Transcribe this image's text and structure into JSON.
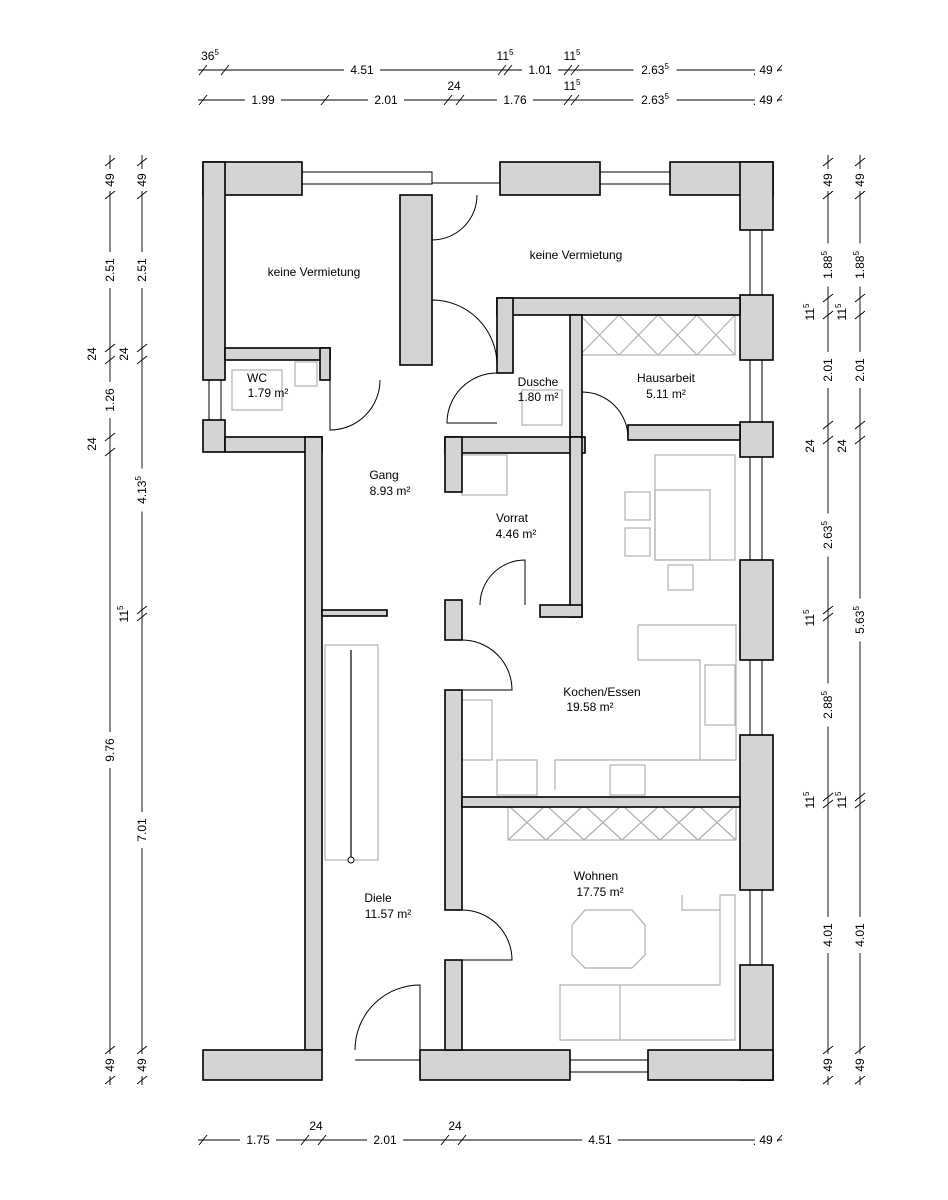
{
  "rooms": {
    "top_left": {
      "name": "keine Vermietung"
    },
    "top_right": {
      "name": "keine Vermietung"
    },
    "wc": {
      "name": "WC",
      "area": "1.79 m²"
    },
    "dusche": {
      "name": "Dusche",
      "area": "1.80 m²"
    },
    "hausarbeit": {
      "name": "Hausarbeit",
      "area": "5.11 m²"
    },
    "gang": {
      "name": "Gang",
      "area": "8.93 m²"
    },
    "vorrat": {
      "name": "Vorrat",
      "area": "4.46 m²"
    },
    "kochen": {
      "name": "Kochen/Essen",
      "area": "19.58 m²"
    },
    "diele": {
      "name": "Diele",
      "area": "11.57 m²"
    },
    "wohnen": {
      "name": "Wohnen",
      "area": "17.75 m²"
    }
  },
  "dimensions": {
    "top_row1": [
      {
        "v": "36",
        "s": "5"
      },
      {
        "v": "4.51"
      },
      {
        "v": "11",
        "s": "5"
      },
      {
        "v": "1.01"
      },
      {
        "v": "11",
        "s": "5"
      },
      {
        "v": "2.63",
        "s": "5"
      },
      {
        "v": "49"
      }
    ],
    "top_row2": [
      {
        "v": "1.99"
      },
      {
        "v": "2.01"
      },
      {
        "v": "24"
      },
      {
        "v": "1.76"
      },
      {
        "v": "11",
        "s": "5"
      },
      {
        "v": "2.63",
        "s": "5"
      },
      {
        "v": "49"
      }
    ],
    "left_col1": [
      {
        "v": "49"
      },
      {
        "v": "2.51"
      },
      {
        "v": "24"
      },
      {
        "v": "1.26"
      },
      {
        "v": "24"
      },
      {
        "v": "9.76"
      },
      {
        "v": "49"
      }
    ],
    "left_col2": [
      {
        "v": "49"
      },
      {
        "v": "2.51"
      },
      {
        "v": "24"
      },
      {
        "v": "4.13",
        "s": "5"
      },
      {
        "v": "11",
        "s": "5"
      },
      {
        "v": "7.01"
      },
      {
        "v": "49"
      }
    ],
    "right_col1": [
      {
        "v": "49"
      },
      {
        "v": "1.88",
        "s": "5"
      },
      {
        "v": "11",
        "s": "5"
      },
      {
        "v": "2.01"
      },
      {
        "v": "24"
      },
      {
        "v": "2.63",
        "s": "5"
      },
      {
        "v": "11",
        "s": "5"
      },
      {
        "v": "2.88",
        "s": "5"
      },
      {
        "v": "11",
        "s": "5"
      },
      {
        "v": "4.01"
      },
      {
        "v": "49"
      }
    ],
    "right_col2": [
      {
        "v": "49"
      },
      {
        "v": "1.88",
        "s": "5"
      },
      {
        "v": "11",
        "s": "5"
      },
      {
        "v": "2.01"
      },
      {
        "v": "24"
      },
      {
        "v": "5.63",
        "s": "5"
      },
      {
        "v": "11",
        "s": "5"
      },
      {
        "v": "4.01"
      },
      {
        "v": "49"
      }
    ],
    "bottom_row": [
      {
        "v": "1.75"
      },
      {
        "v": "24"
      },
      {
        "v": "2.01"
      },
      {
        "v": "24"
      },
      {
        "v": "4.51"
      },
      {
        "v": "49"
      }
    ]
  }
}
